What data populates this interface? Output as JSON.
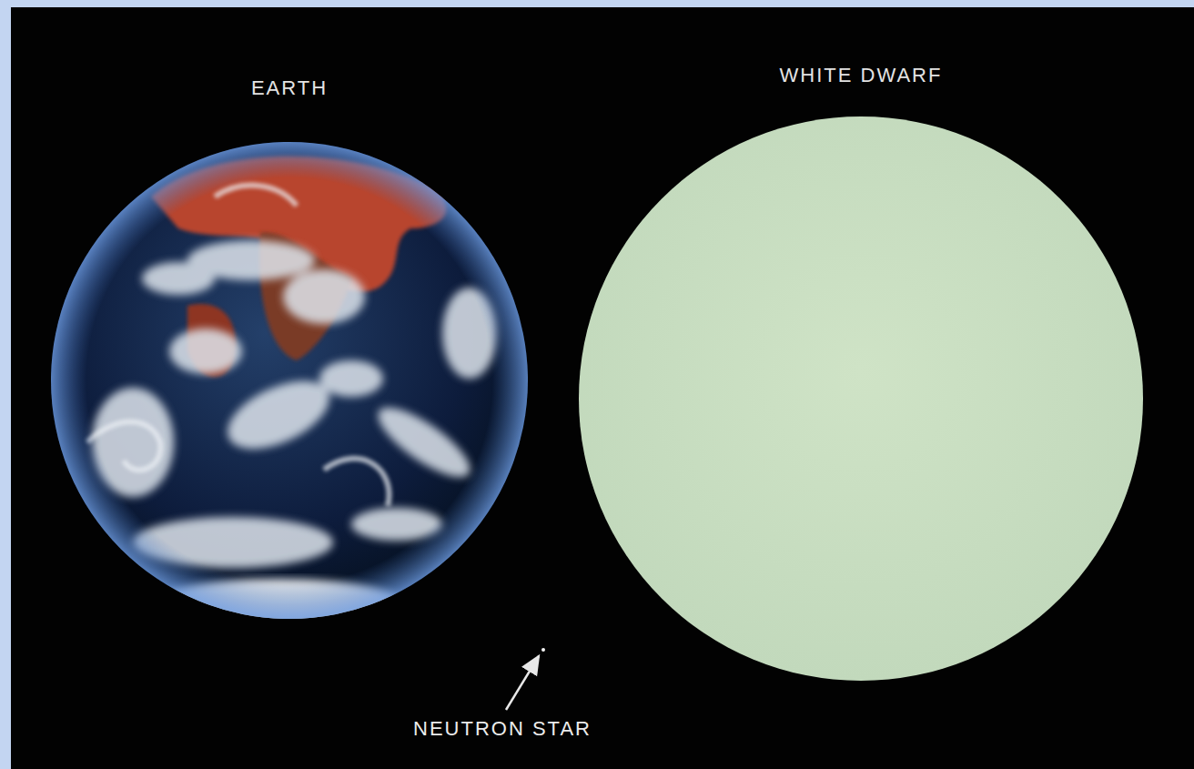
{
  "diagram": {
    "nodes": [
      {
        "text": [
          "EARTH"
        ]
      },
      {
        "text": [
          "WHITE DWARF"
        ]
      }
    ],
    "labels": [
      "NEUTRON STAR"
    ]
  }
}
